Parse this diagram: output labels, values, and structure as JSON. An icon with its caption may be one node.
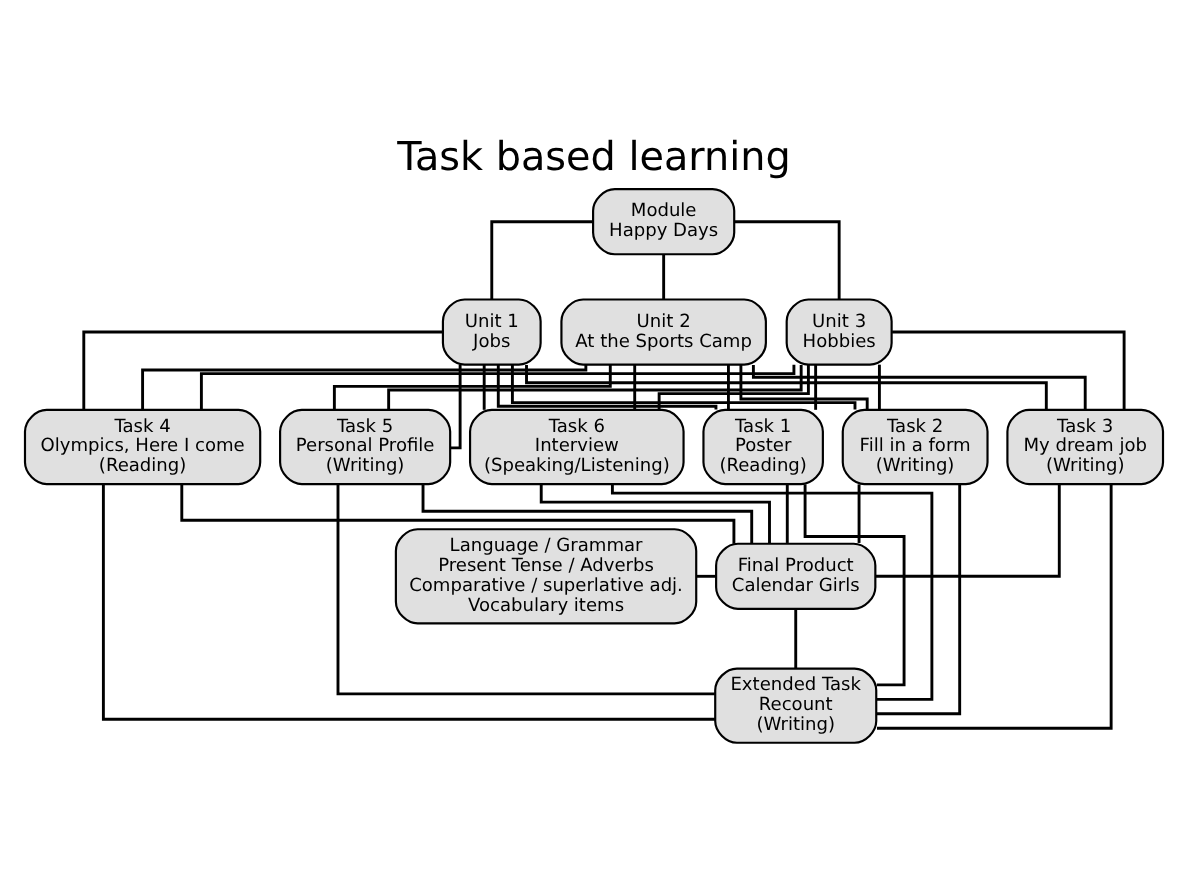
{
  "diagram": {
    "title": "Task based learning",
    "nodes": [
      {
        "text": [
          "Module",
          "Happy Days"
        ]
      },
      {
        "text": [
          "Unit 1",
          "Jobs"
        ]
      },
      {
        "text": [
          "Unit 2",
          "At the Sports Camp"
        ]
      },
      {
        "text": [
          "Unit 3",
          "Hobbies"
        ]
      },
      {
        "text": [
          "Task 1",
          "Poster",
          "(Reading)"
        ]
      },
      {
        "text": [
          "Task 2",
          "Fill in a form",
          "(Writing)"
        ]
      },
      {
        "text": [
          "Task 3",
          "My dream job",
          "(Writing)"
        ]
      },
      {
        "text": [
          "Task 4",
          "Olympics, Here I come",
          "(Reading)"
        ]
      },
      {
        "text": [
          "Task 5",
          "Personal Profile",
          "(Writing)"
        ]
      },
      {
        "text": [
          "Task 6",
          "Interview",
          "(Speaking/Listening)"
        ]
      },
      {
        "text": [
          "Language / Grammar",
          "Present Tense / Adverbs",
          "Comparative / superlative adj.",
          "Vocabulary items"
        ]
      },
      {
        "text": [
          "Final Product",
          "Calendar Girls"
        ]
      },
      {
        "text": [
          "Extended Task",
          "Recount",
          "(Writing)"
        ]
      }
    ],
    "edges": [
      {
        "from": 0,
        "to": 1,
        "arrow": "none"
      },
      {
        "from": 0,
        "to": 2,
        "arrow": "none"
      },
      {
        "from": 0,
        "to": 3,
        "arrow": "none"
      },
      {
        "from": 1,
        "to": 4,
        "arrow": "none"
      },
      {
        "from": 1,
        "to": 5,
        "arrow": "none"
      },
      {
        "from": 1,
        "to": 6,
        "arrow": "none"
      },
      {
        "from": 1,
        "to": 7,
        "arrow": "none"
      },
      {
        "from": 1,
        "to": 8,
        "arrow": "none"
      },
      {
        "from": 1,
        "to": 9,
        "arrow": "none"
      },
      {
        "from": 2,
        "to": 4,
        "arrow": "none"
      },
      {
        "from": 2,
        "to": 5,
        "arrow": "none"
      },
      {
        "from": 2,
        "to": 6,
        "arrow": "none"
      },
      {
        "from": 2,
        "to": 7,
        "arrow": "none"
      },
      {
        "from": 2,
        "to": 8,
        "arrow": "none"
      },
      {
        "from": 2,
        "to": 9,
        "arrow": "none"
      },
      {
        "from": 3,
        "to": 4,
        "arrow": "none"
      },
      {
        "from": 3,
        "to": 5,
        "arrow": "none"
      },
      {
        "from": 3,
        "to": 6,
        "arrow": "none"
      },
      {
        "from": 3,
        "to": 7,
        "arrow": "none"
      },
      {
        "from": 3,
        "to": 8,
        "arrow": "none"
      },
      {
        "from": 3,
        "to": 9,
        "arrow": "none"
      },
      {
        "from": 4,
        "to": 11,
        "arrow": "none"
      },
      {
        "from": 5,
        "to": 11,
        "arrow": "none"
      },
      {
        "from": 6,
        "to": 11,
        "arrow": "none"
      },
      {
        "from": 7,
        "to": 11,
        "arrow": "none"
      },
      {
        "from": 8,
        "to": 11,
        "arrow": "none"
      },
      {
        "from": 9,
        "to": 11,
        "arrow": "none"
      },
      {
        "from": 4,
        "to": 12,
        "arrow": "none"
      },
      {
        "from": 5,
        "to": 12,
        "arrow": "none"
      },
      {
        "from": 6,
        "to": 12,
        "arrow": "none"
      },
      {
        "from": 7,
        "to": 12,
        "arrow": "none"
      },
      {
        "from": 8,
        "to": 12,
        "arrow": "none"
      },
      {
        "from": 9,
        "to": 12,
        "arrow": "none"
      },
      {
        "from": 10,
        "to": 11,
        "arrow": "none"
      },
      {
        "from": 11,
        "to": 12,
        "arrow": "none"
      }
    ]
  }
}
